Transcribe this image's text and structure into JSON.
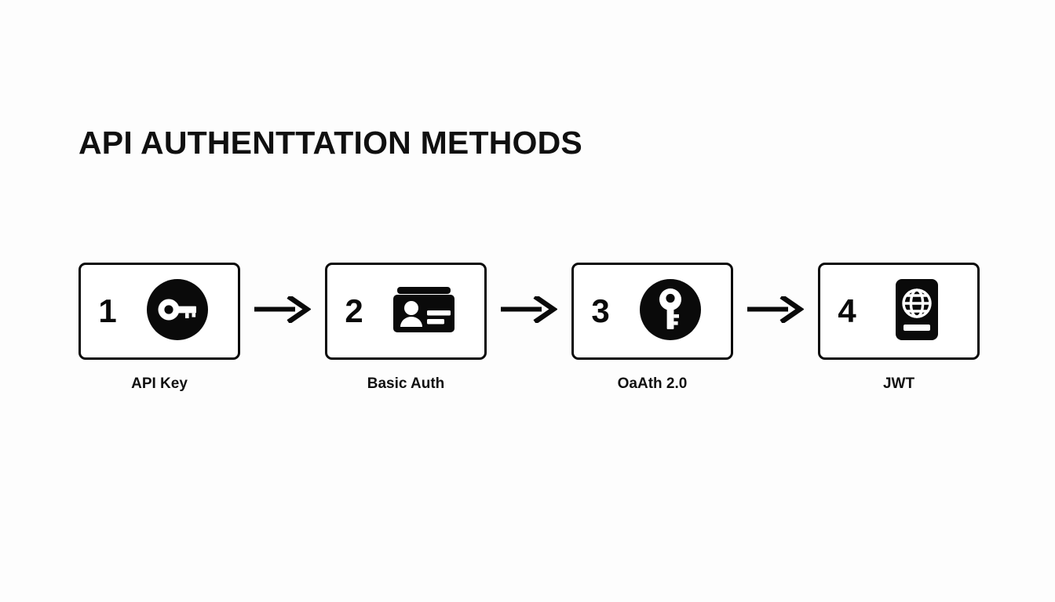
{
  "slide": {
    "title": "API AUTHENTTATION METHODS",
    "background_color": "#fdfdfd",
    "ink_color": "#0a0a0a"
  },
  "flow": {
    "steps": [
      {
        "number": "1",
        "label": "API Key",
        "icon": "key-horizontal-circle-icon"
      },
      {
        "number": "2",
        "label": "Basic Auth",
        "icon": "id-card-icon"
      },
      {
        "number": "3",
        "label": "OaAth 2.0",
        "icon": "key-vertical-circle-icon"
      },
      {
        "number": "4",
        "label": "JWT",
        "icon": "passport-globe-icon"
      }
    ],
    "connectors": [
      {
        "icon": "arrow-right-icon"
      },
      {
        "icon": "arrow-right-icon"
      },
      {
        "icon": "arrow-right-icon"
      }
    ]
  }
}
